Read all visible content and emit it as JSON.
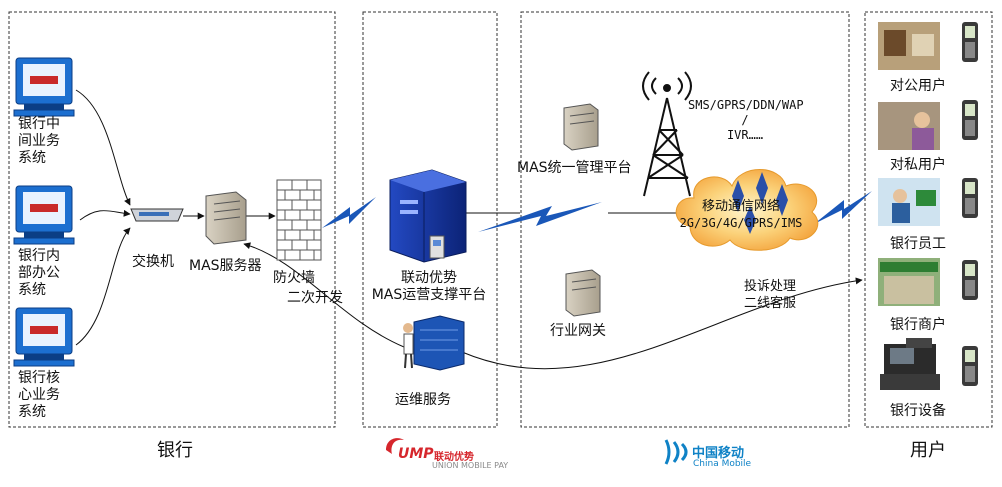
{
  "zones": {
    "bank": "银行",
    "ump": "",
    "cmcc": "",
    "user": "用户"
  },
  "bank_systems": [
    [
      "银行中",
      "间业务",
      "系统"
    ],
    [
      "银行内",
      "部办公",
      "系统"
    ],
    [
      "银行核",
      "心业务",
      "系统"
    ]
  ],
  "bank_nodes": {
    "switch": "交换机",
    "mas_server": "MAS服务器",
    "firewall": "防火墙",
    "secondary_dev": "二次开发"
  },
  "ump_nodes": {
    "platform_line1": "联动优势",
    "platform_line2": "MAS运营支撑平台",
    "ops": "运维服务"
  },
  "cmcc_nodes": {
    "mas_mgmt": "MAS统一管理平台",
    "industry_gw": "行业网关",
    "channels_line1": "SMS/GPRS/DDN/WAP",
    "channels_line2": "/",
    "channels_line3": "IVR……",
    "network_line1": "移动通信网络",
    "network_line2": "2G/3G/4G/GPRS/IMS",
    "complaint_line1": "投诉处理",
    "complaint_line2": "二线客服"
  },
  "users": [
    "对公用户",
    "对私用户",
    "银行员工",
    "银行商户",
    "银行设备"
  ],
  "logos": {
    "ump_name": "联动优势",
    "ump_mark": "UMP",
    "ump_sub": "UNION MOBILE PAY",
    "cmcc_name": "中国移动",
    "cmcc_sub": "China Mobile"
  },
  "colors": {
    "lightning": "#1a57b8",
    "monitor": "#1c6fd0",
    "server_dark": "#0f2c8a",
    "cloud": "#f4a640",
    "ump_red": "#d6262c",
    "cmcc_blue": "#0f82c6"
  },
  "icons": [
    "monitor-icon",
    "switch-icon",
    "server-icon",
    "firewall-icon",
    "tower-icon",
    "cloud-icon",
    "phone-icon",
    "operator-icon"
  ]
}
